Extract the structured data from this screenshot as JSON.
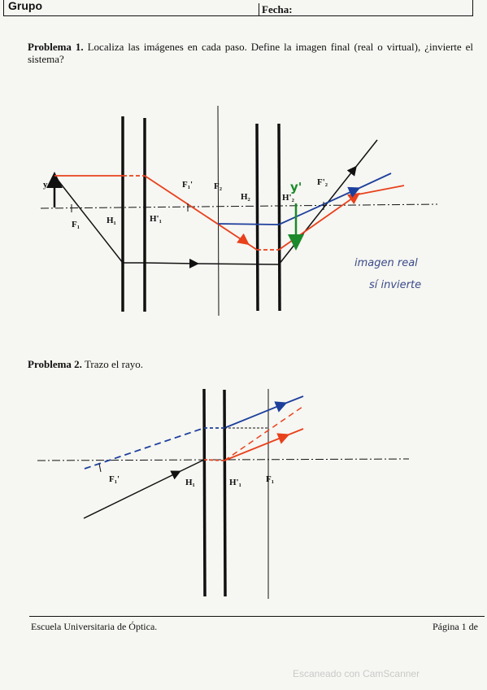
{
  "header": {
    "grupo": "Grupo",
    "fecha": "Fecha:"
  },
  "problem1": {
    "title": "Problema 1.",
    "text": "Localiza las imágenes en cada paso. Define la imagen final (real o virtual), ¿invierte el sistema?",
    "labels": {
      "y": "y",
      "F1": "F₁",
      "H1": "H₁",
      "H1p": "H'₁",
      "F1p": "F₁'",
      "F2": "F₂",
      "H2": "H₂",
      "H2p": "H'₂",
      "F2p": "F'₂",
      "yp": "y'"
    },
    "answer_line1": "imagen real",
    "answer_line2": "sí invierte"
  },
  "problem2": {
    "title": "Problema 2.",
    "text": "Trazo el rayo.",
    "labels": {
      "F1p": "F₁'",
      "H1": "H₁",
      "H1p": "H'₁",
      "F1": "F₁"
    }
  },
  "footer": {
    "left": "Escuela Universitaria de Óptica.",
    "right": "Página 1 de"
  },
  "watermark": "Escaneado con CamScanner",
  "colors": {
    "ink": "#111111",
    "red": "#e8411c",
    "blue": "#1d3f9c",
    "green": "#1a8a2a"
  }
}
